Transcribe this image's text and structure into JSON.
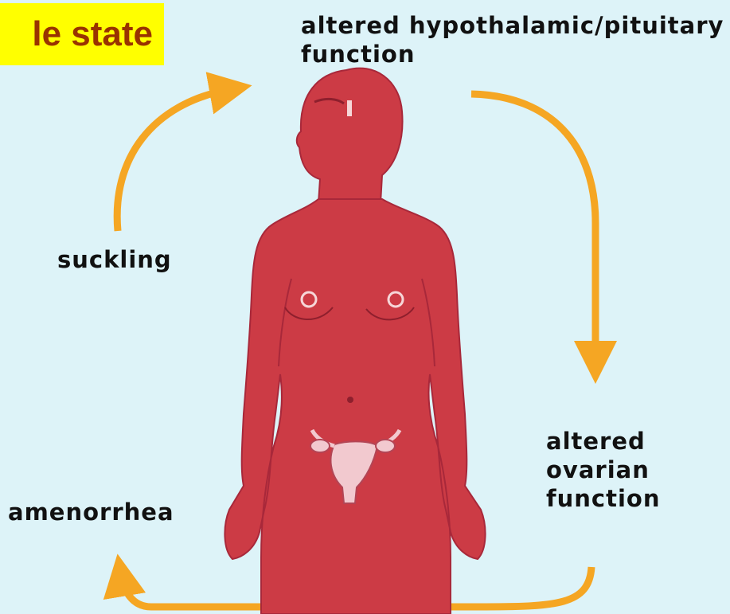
{
  "title": "le state",
  "labels": {
    "hypothalamic": "altered hypothalamic/pituitary function",
    "suckling": "suckling",
    "ovarian": "altered ovarian function",
    "amenorrhea": "amenorrhea"
  },
  "colors": {
    "background": "#ddf3f8",
    "title_box": "#ffff00",
    "title_text": "#993300",
    "body": "#cc3b45",
    "arrow": "#f5a623"
  }
}
